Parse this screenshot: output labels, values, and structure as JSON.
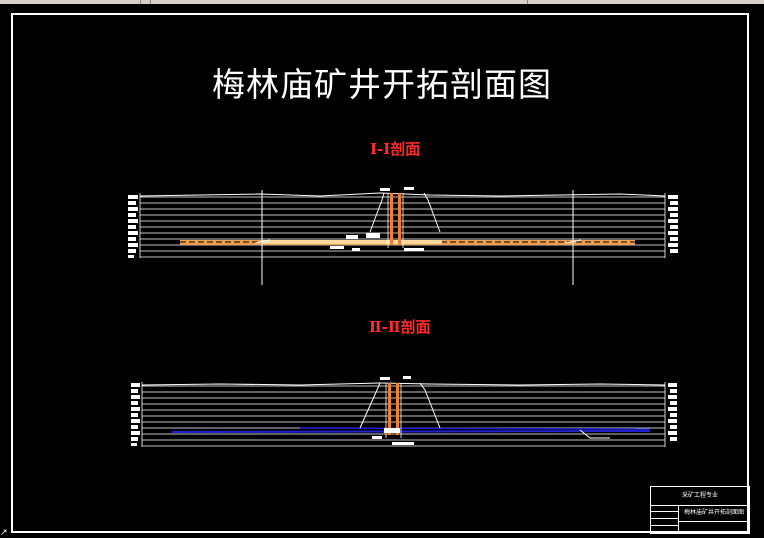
{
  "drawing": {
    "title": "梅林庙矿井开拓剖面图",
    "section1_label": "Ⅰ-Ⅰ剖面",
    "section2_label": "Ⅱ-Ⅱ剖面"
  },
  "title_block": {
    "line1": "采矿工程专业",
    "line2": "梅林庙矿井开拓剖面图"
  },
  "colors": {
    "background": "#000000",
    "frame": "#ffffff",
    "section_label": "#ff2a2a",
    "coal_seam": "#f0a050",
    "water_level": "#2020d0"
  }
}
